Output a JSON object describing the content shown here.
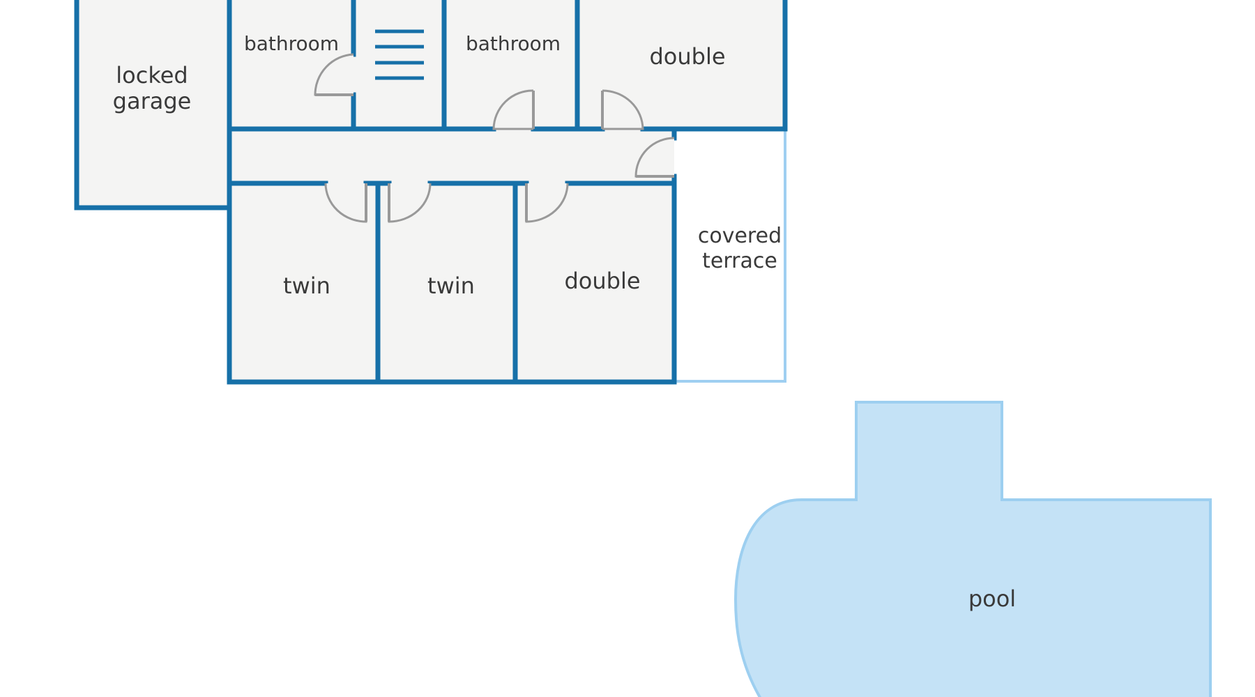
{
  "diagram": {
    "type": "floor-plan",
    "colors": {
      "wall": "#1670a8",
      "room_fill": "#f4f4f3",
      "outdoor_wall": "#9fcff1",
      "pool_fill": "#c4e2f6",
      "pool_edge": "#9dcff0",
      "door": "#999999",
      "label": "#3a3a3a"
    },
    "rooms": {
      "garage": {
        "line1": "locked",
        "line2": "garage"
      },
      "bathroom_1": {
        "label": "bathroom"
      },
      "stairs": {
        "label": ""
      },
      "bathroom_2": {
        "label": "bathroom"
      },
      "double_top": {
        "label": "double"
      },
      "twin_1": {
        "label": "twin"
      },
      "twin_2": {
        "label": "twin"
      },
      "double_bottom": {
        "label": "double"
      },
      "terrace": {
        "line1": "covered",
        "line2": "terrace"
      },
      "pool": {
        "label": "pool"
      }
    }
  }
}
